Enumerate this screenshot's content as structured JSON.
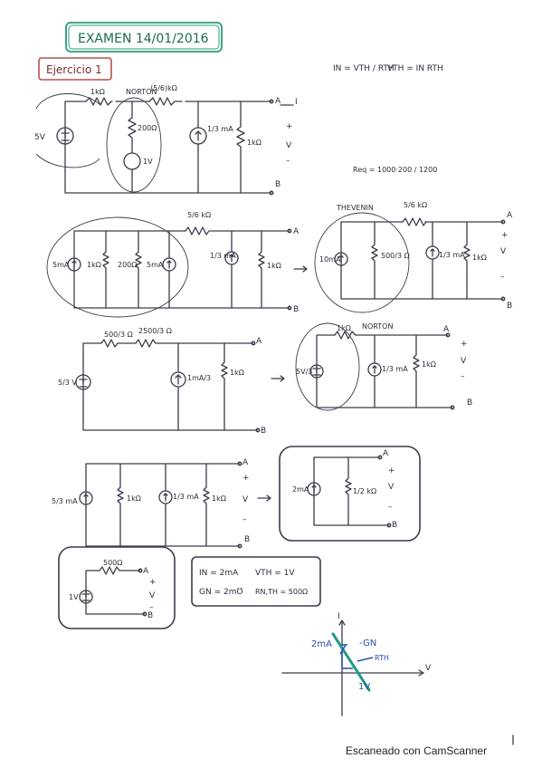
{
  "header": {
    "title": "EXAMEN 14/01/2016",
    "exercise": "Ejercicio 1"
  },
  "formulas": {
    "in_formula": "IN = VTH / RTH",
    "vth_formula": "VTH = IN RTH",
    "req_formula": "Req = 1000·200 / 1200"
  },
  "labels": {
    "norton": "NORTON",
    "thevenin": "THEVENIN",
    "norton2": "NORTON",
    "node_a": "A",
    "node_b": "B",
    "plus": "+",
    "minus": "–",
    "v": "V",
    "i_arrow": "I"
  },
  "circuit1": {
    "source": "5V",
    "r1": "1kΩ",
    "r2": "(5/6)kΩ",
    "r3": "200Ω",
    "src2": "1V",
    "isrc": "1/3 mA",
    "rload": "1kΩ"
  },
  "circuit2": {
    "isrc1": "5mA",
    "r1": "1kΩ",
    "r2": "200Ω",
    "isrc2": "5mA",
    "rs": "5/6 kΩ",
    "isrc3": "1/3 mA",
    "rload": "1kΩ"
  },
  "circuit3": {
    "isrc1": "10mA",
    "r1": "500/3 Ω",
    "rs": "5/6 kΩ",
    "isrc2": "1/3 mA",
    "rload": "1kΩ"
  },
  "circuit4": {
    "src": "5/3 V",
    "r1": "500/3 Ω",
    "r2": "2500/3 Ω",
    "isrc": "1mA/3",
    "rload": "1kΩ"
  },
  "circuit5": {
    "src": "5V/3",
    "r1": "1kΩ",
    "isrc": "1/3 mA",
    "rload": "1kΩ"
  },
  "circuit6": {
    "isrc1": "5/3 mA",
    "r1": "1kΩ",
    "isrc2": "1/3 mA",
    "r2": "1kΩ"
  },
  "circuit7": {
    "isrc": "2mA",
    "r": "1/2 kΩ"
  },
  "circuit8": {
    "src": "1V",
    "r": "500Ω"
  },
  "results": {
    "in": "IN = 2mA",
    "vth": "VTH = 1V",
    "gn": "GN = 2mƱ",
    "rn": "RN,TH = 500Ω"
  },
  "graph": {
    "y_label": "I",
    "x_label": "V",
    "y_int": "2mA",
    "slope": "-GN",
    "rth": "RTH",
    "x_int": "1V"
  },
  "footer": {
    "scanner": "Escaneado con CamScanner"
  },
  "colors": {
    "teal": "#2a9d78",
    "red": "#b8504a",
    "blue": "#2a4fa8",
    "green": "#1f9a8a",
    "ink": "#3a3d4a"
  }
}
